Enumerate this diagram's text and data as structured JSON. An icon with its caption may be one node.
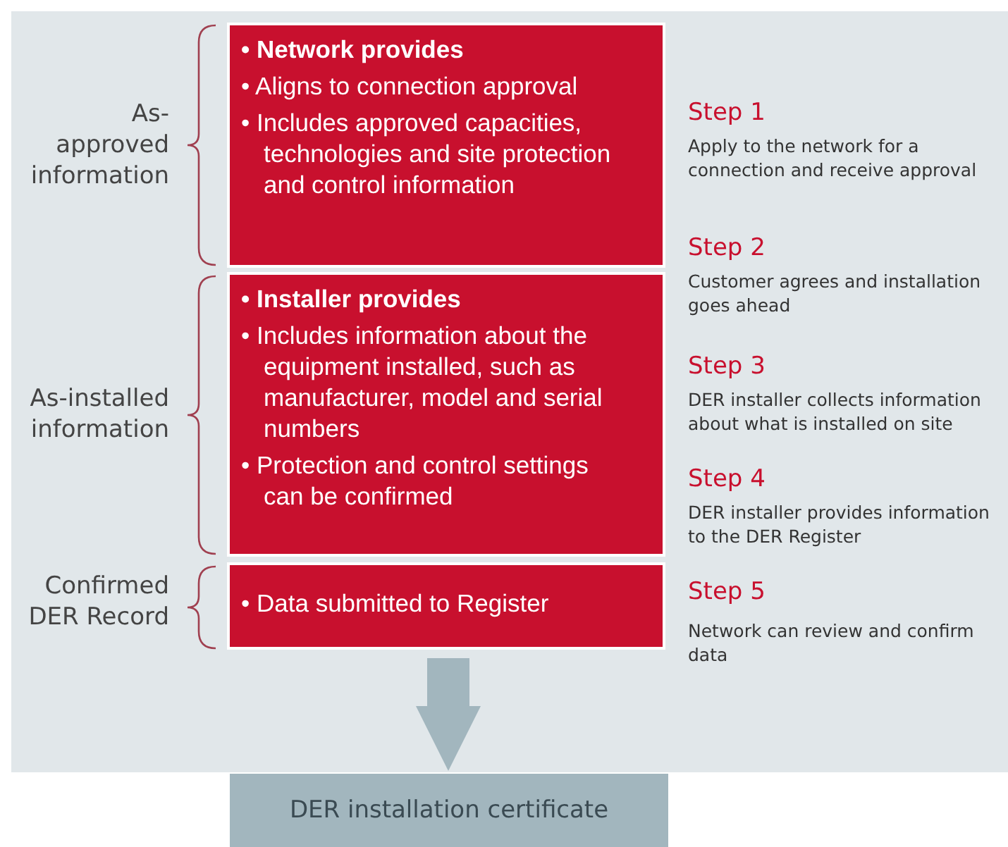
{
  "diagram": {
    "nodes": [
      {
        "text": [
          "• Network provides",
          "• Aligns to connection approval",
          "• Includes approved capacities, technologies and site protection and control information"
        ]
      },
      {
        "text": [
          "• Installer provides",
          "• Includes information about the equipment installed, such as manufacturer, model and serial numbers",
          "• Protection and control settings can be confirmed"
        ]
      },
      {
        "text": [
          "• Data submitted to Register"
        ]
      },
      {
        "text": [
          "DER installation certificate"
        ]
      }
    ],
    "edges": [
      {
        "from": 2,
        "to": 3,
        "arrow": "to"
      }
    ],
    "labels": [
      "As- approved information",
      "As-installed information",
      "Confirmed DER Record",
      "Step 1",
      "Apply to the network for a connection and receive approval",
      "Step 2",
      "Customer agrees and installation goes ahead",
      "Step 3",
      "DER installer collects information about what is installed on site",
      "Step 4",
      "DER installer provides information to the DER Register",
      "Step 5",
      "Network can review and confirm data"
    ]
  }
}
